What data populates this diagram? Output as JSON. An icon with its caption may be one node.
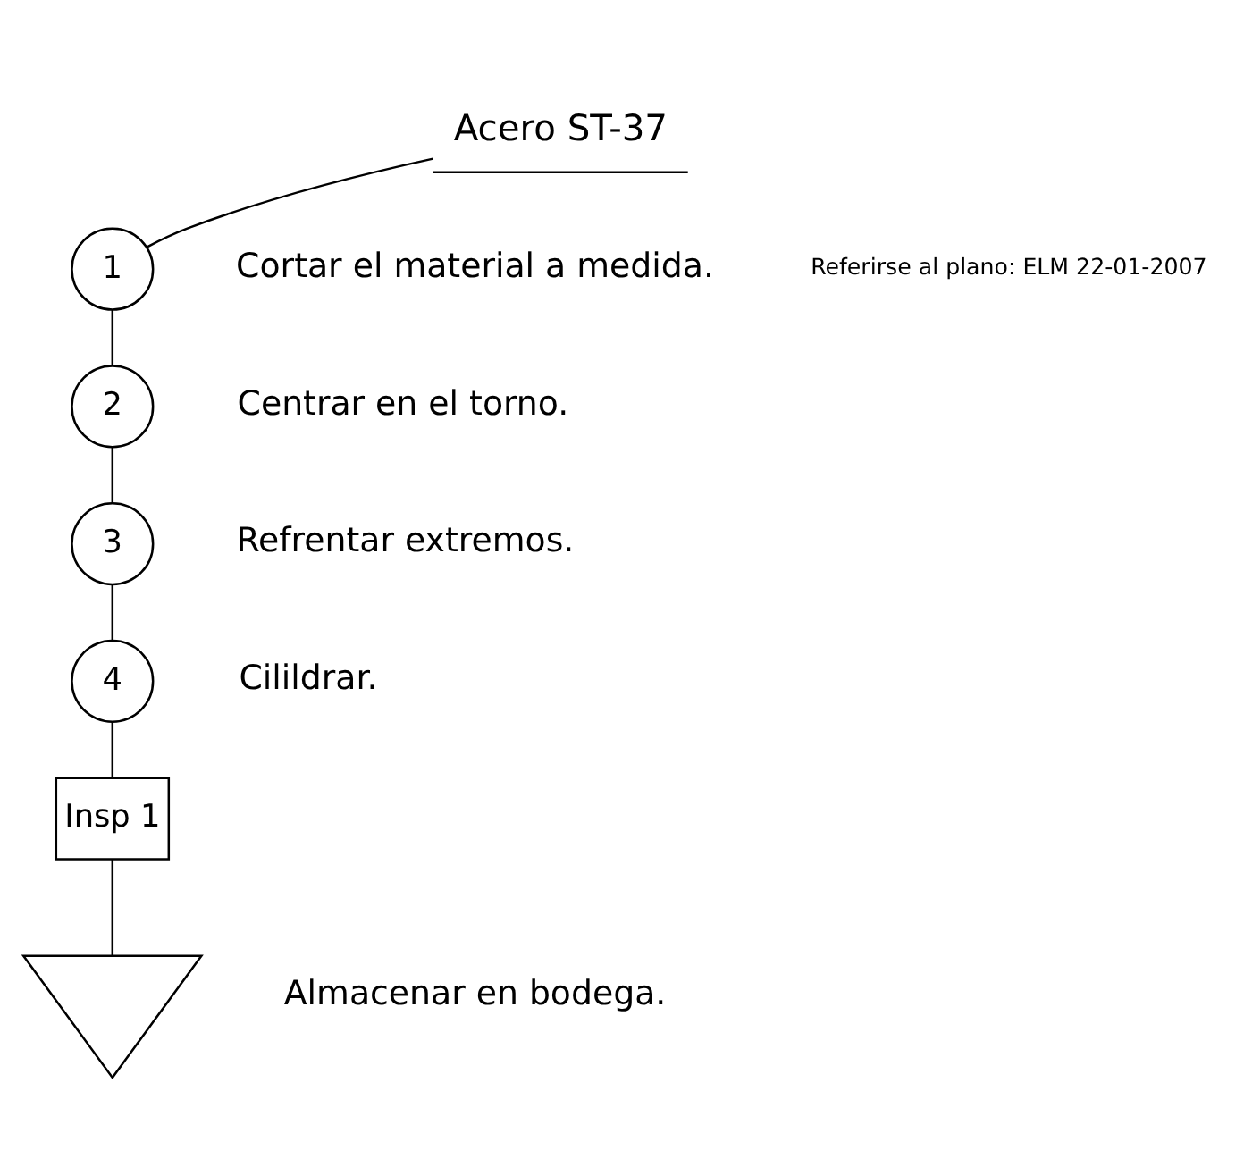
{
  "diagram": {
    "nodes": [
      {
        "text": [
          "Acero ST-37"
        ]
      },
      {
        "text": [
          "1"
        ],
        "beside": [
          "Cortar el material a medida."
        ]
      },
      {
        "text": [
          "2"
        ],
        "beside": [
          "Centrar en el torno."
        ]
      },
      {
        "text": [
          "3"
        ],
        "beside": [
          "Refrentar extremos."
        ]
      },
      {
        "text": [
          "4"
        ],
        "beside": [
          "Cilildrar."
        ]
      },
      {
        "text": [
          "Insp 1"
        ]
      },
      {
        "text": [],
        "shape": "triangle",
        "beside": [
          "Almacenar en bodega."
        ]
      }
    ],
    "edges": [
      {
        "from": 0,
        "to": 1,
        "arrow": "none"
      },
      {
        "from": 1,
        "to": 2,
        "arrow": "none"
      },
      {
        "from": 2,
        "to": 3,
        "arrow": "none"
      },
      {
        "from": 3,
        "to": 4,
        "arrow": "none"
      },
      {
        "from": 4,
        "to": 5,
        "arrow": "none"
      },
      {
        "from": 5,
        "to": 6,
        "arrow": "none"
      }
    ],
    "labels": [
      "Referirse al plano: ELM 22-01-2007"
    ]
  }
}
